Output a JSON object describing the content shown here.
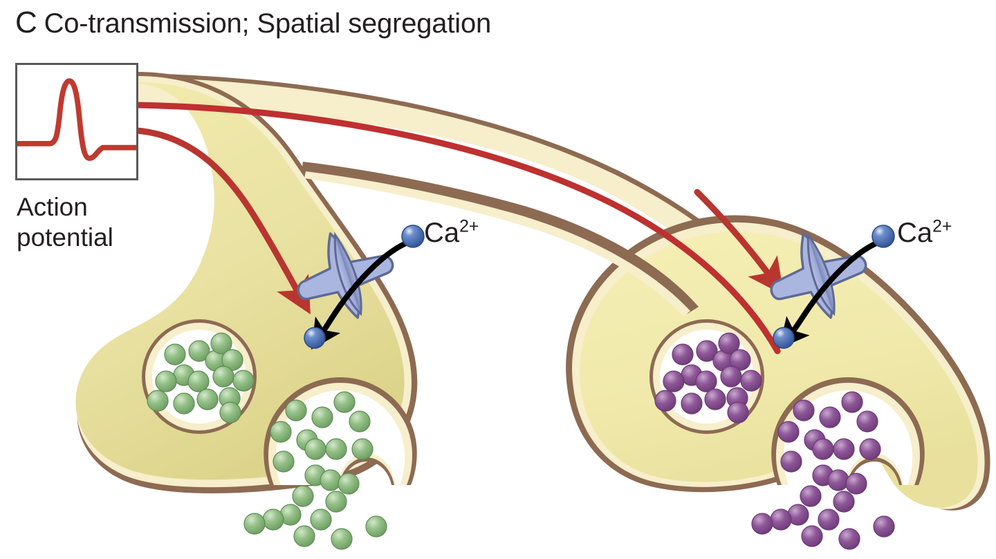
{
  "figure": {
    "panel_letter": "C",
    "title": "Co-transmission; Spatial segregation",
    "background": "#ffffff"
  },
  "inset": {
    "name": "action-potential-inset",
    "label_line1": "Action",
    "label_line2": "potential",
    "trace_color": "#c0392f",
    "border_color": "#595959",
    "background": "#ffffff"
  },
  "colors": {
    "membrane_outline": "#8d6a52",
    "membrane_inner": "#f7eecb",
    "cytoplasm_light": "#f4edad",
    "cytoplasm_dark": "#e3db94",
    "axon_signal_red": "#bf3030",
    "arrow_red": "#b9352f",
    "channel_fill": "#a8b4e0",
    "channel_shade": "#7f8cba",
    "channel_outline": "#5f6a94",
    "calcium_ion": "#3c63ad",
    "calcium_ion_dark": "#2c4a86",
    "transmitter_green": "#8fbc82",
    "transmitter_green_dark": "#5f8c56",
    "transmitter_purple": "#8c5596",
    "transmitter_purple_dark": "#6b3a74",
    "vesicle_interior": "#ffffff",
    "black_arrow": "#000000"
  },
  "labels": {
    "calcium_left": {
      "text": "Ca",
      "charge": "2+"
    },
    "calcium_right": {
      "text": "Ca",
      "charge": "2+"
    }
  },
  "terminals": [
    {
      "id": "left-terminal",
      "name": "presynaptic-terminal-left",
      "transmitter": "green",
      "vesicle_molecule_count": 15,
      "released_molecule_count": 22
    },
    {
      "id": "right-terminal",
      "name": "presynaptic-terminal-right",
      "transmitter": "purple",
      "vesicle_molecule_count": 15,
      "released_molecule_count": 22
    }
  ],
  "annotations": {
    "signal_arrows": 2,
    "calcium_channels": 2,
    "calcium_ions_outside": 2,
    "calcium_ions_inside": 2,
    "storage_vesicles": 2,
    "fusing_vesicles": 2
  }
}
